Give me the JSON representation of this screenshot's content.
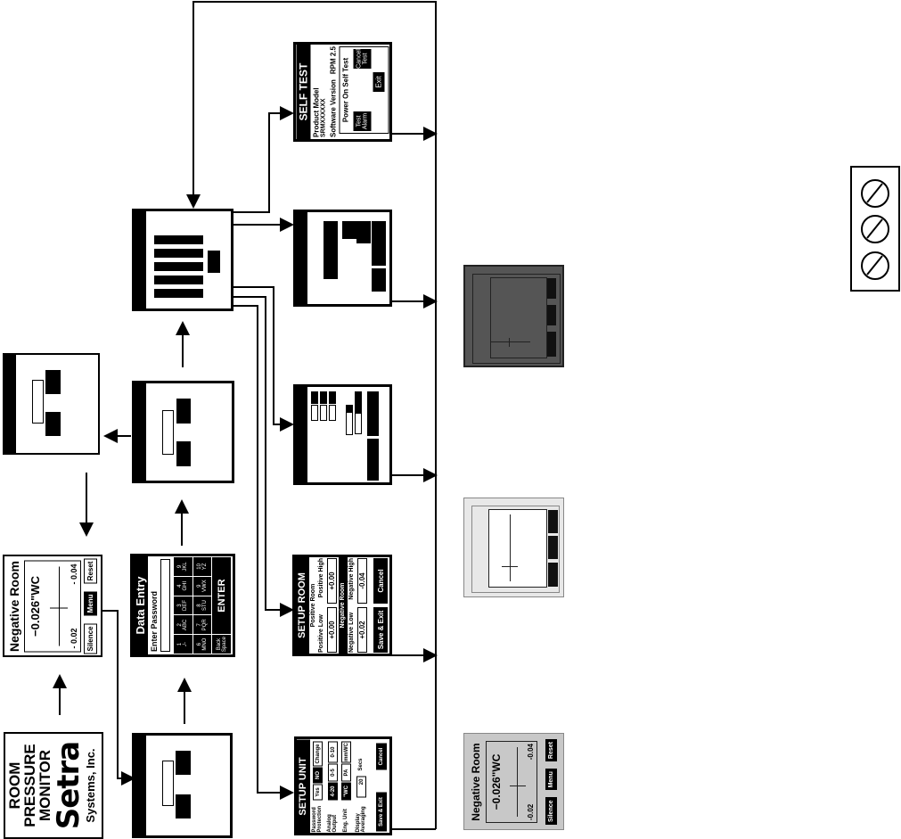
{
  "logo": {
    "line1": "ROOM",
    "line2": "PRESSURE",
    "line3": "MONITOR",
    "brand": "Setra",
    "line4": "Systems, Inc."
  },
  "main_screen": {
    "title": "Negative Room",
    "reading": "−0.026\"WC",
    "low": "- 0.02",
    "high": "- 0.04",
    "btn_silence": "Silence",
    "btn_menu": "Menu",
    "btn_reset": "Reset"
  },
  "gray_display": {
    "title": "Negative Room",
    "reading": "−0.026\"WC",
    "low": "-0.02",
    "high": "-0.04",
    "btn_silence": "Silence",
    "btn_menu": "Menu",
    "btn_reset": "Reset"
  },
  "data_entry": {
    "title": "Data Entry",
    "prompt": "Enter Password",
    "keys_row1": [
      "1\n./-",
      "2\nABC",
      "3\nDEF",
      "4\nGHI",
      "9\nJKL"
    ],
    "keys_row2": [
      "6\nMNO",
      "7\nPQR",
      "8\nSTU",
      "9\nVWX",
      "10\nYZ"
    ],
    "back_space": "Back Space",
    "enter": "ENTER"
  },
  "self_test": {
    "title": "SELF TEST",
    "product_model_label": "Product Model",
    "product_model_value": "SRMXXXXXX",
    "software_version_label": "Software Version",
    "software_version_value": "RPM 2.5",
    "power_on": "Power On Self Test",
    "btn_test_alarm": "Test Alarm",
    "btn_cancel_test": "Cancel Test",
    "btn_exit": "Exit"
  },
  "setup_room": {
    "title": "SETUP ROOM",
    "positive_room": "Positive Room",
    "positive_low_label": "Positive Low",
    "positive_high_label": "Positive High",
    "positive_low_value": "+0.00",
    "positive_high_value": "+0.00",
    "negative_room": "Negative Room",
    "negative_low_label": "Negative Low",
    "negative_high_label": "Negative High",
    "negative_low_value": "+0.02",
    "negative_high_value": "-0.04",
    "btn_save_exit": "Save & Exit",
    "btn_cancel": "Cancel"
  },
  "setup_unit": {
    "title": "SETUP UNIT",
    "password_label": "Password Protection",
    "password_options": [
      "Yes",
      "NO",
      "Change"
    ],
    "analog_label": "Analog Output",
    "analog_options": [
      "4-20",
      "0-5",
      "0-10"
    ],
    "eng_label": "Eng. Unit",
    "eng_options": [
      "\"WC",
      "PA",
      "mmWC"
    ],
    "display_label": "Display Averaging",
    "display_value": "20",
    "display_unit": "Secs",
    "btn_save_exit": "Save & Exit",
    "btn_cancel": "Cancel"
  },
  "colors": {
    "dark_panel": "#555555",
    "light_panel": "#e8e8e8",
    "gray_display": "#c8c8c8",
    "ink": "#000000"
  }
}
